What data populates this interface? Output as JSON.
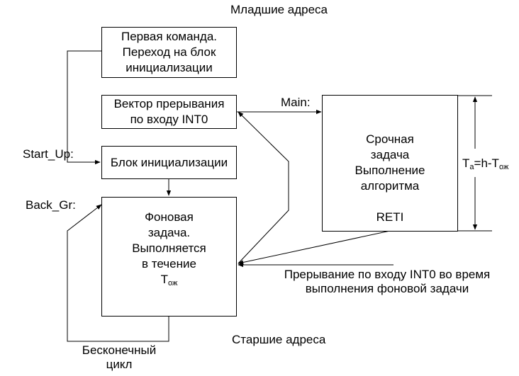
{
  "labels": {
    "low_addresses": "Младшие адреса",
    "high_addresses": "Старшие адреса",
    "start_up": "Start_Up:",
    "back_gr": "Back_Gr:",
    "main": "Main:",
    "infinite_loop_1": "Бесконечный",
    "infinite_loop_2": "цикл",
    "interrupt_note_1": "Прерывание по входу INT0 во время",
    "interrupt_note_2": "выполнения фоновой задачи",
    "ta_main": "T",
    "ta_sub": "a",
    "ta_mid": "=h-T",
    "ta_sub2": "ож"
  },
  "boxes": {
    "first_command": [
      "Первая команда.",
      "Переход на блок",
      "инициализации"
    ],
    "interrupt_vector": [
      "Вектор прерывания",
      "по входу INT0"
    ],
    "init_block": [
      "Блок инициализации"
    ],
    "background": {
      "lines": [
        "Фоновая",
        "задача.",
        "Выполняется",
        "в течение"
      ],
      "t_main": "T",
      "t_sub": "ож"
    },
    "urgent": {
      "lines": [
        "Срочная",
        "задача",
        "Выполнение",
        "алгоритма"
      ],
      "reti": "RETI"
    }
  }
}
